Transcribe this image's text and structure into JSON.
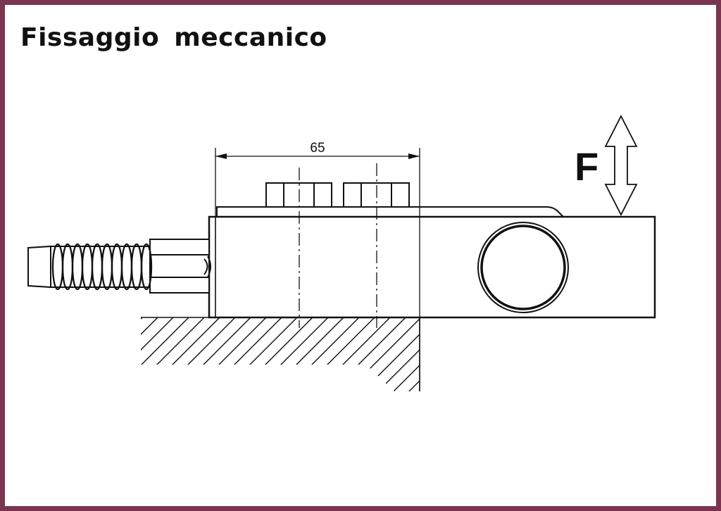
{
  "title": "Fissaggio meccanico",
  "drawing": {
    "dimension_label": "65",
    "force_label": "F"
  },
  "colors": {
    "frame_border": "#7a3550",
    "line": "#111111",
    "background": "#ffffff"
  }
}
